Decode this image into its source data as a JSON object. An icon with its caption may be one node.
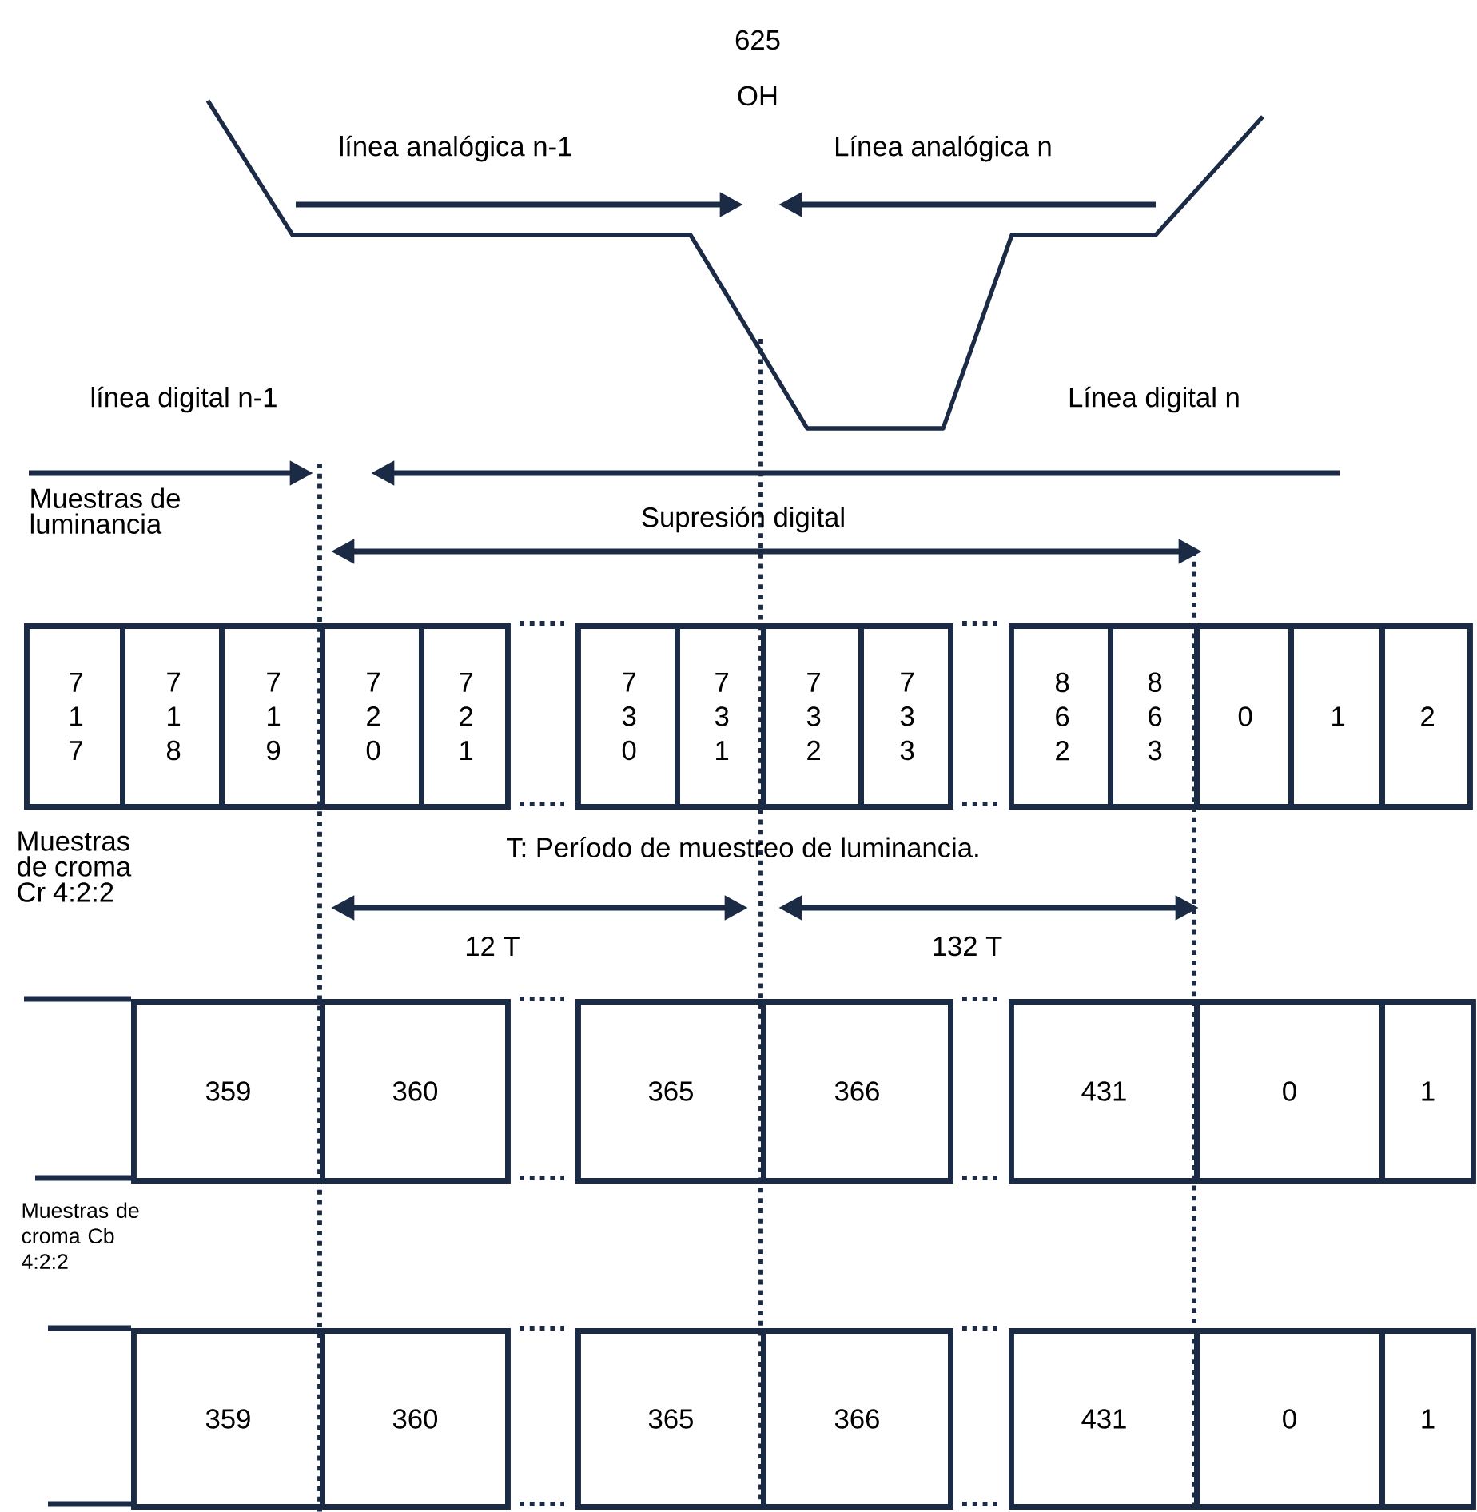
{
  "diagram": {
    "nodes": [
      {
        "text": [
          "7 1 7"
        ]
      },
      {
        "text": [
          "7 1 8"
        ]
      },
      {
        "text": [
          "7 1 9"
        ]
      },
      {
        "text": [
          "7 2 0"
        ]
      },
      {
        "text": [
          "7 2 1"
        ]
      },
      {
        "text": [
          "7 3 0"
        ]
      },
      {
        "text": [
          "7 3 1"
        ]
      },
      {
        "text": [
          "7 3 2"
        ]
      },
      {
        "text": [
          "7 3 3"
        ]
      },
      {
        "text": [
          "8 6 2"
        ]
      },
      {
        "text": [
          "8 6 3"
        ]
      },
      {
        "text": [
          "0"
        ]
      },
      {
        "text": [
          "1"
        ]
      },
      {
        "text": [
          "2"
        ]
      },
      {
        "text": [
          "359"
        ]
      },
      {
        "text": [
          "360"
        ]
      },
      {
        "text": [
          "365"
        ]
      },
      {
        "text": [
          "366"
        ]
      },
      {
        "text": [
          "431"
        ]
      },
      {
        "text": [
          "0"
        ]
      },
      {
        "text": [
          "1"
        ]
      },
      {
        "text": [
          "359"
        ]
      },
      {
        "text": [
          "360"
        ]
      },
      {
        "text": [
          "365"
        ]
      },
      {
        "text": [
          "366"
        ]
      },
      {
        "text": [
          "431"
        ]
      },
      {
        "text": [
          "0"
        ]
      },
      {
        "text": [
          "1"
        ]
      }
    ],
    "labels": [
      "625",
      "OH",
      "línea analógica n-1",
      "Línea analógica n",
      "línea digital n-1",
      "Línea digital n",
      "Muestras de luminancia",
      "Supresión digital",
      "Muestras de croma Cr 4:2:2",
      "T: Período de muestreo de luminancia.",
      "12 T",
      "132 T",
      "Muestras de croma Cb 4:2:2"
    ]
  }
}
